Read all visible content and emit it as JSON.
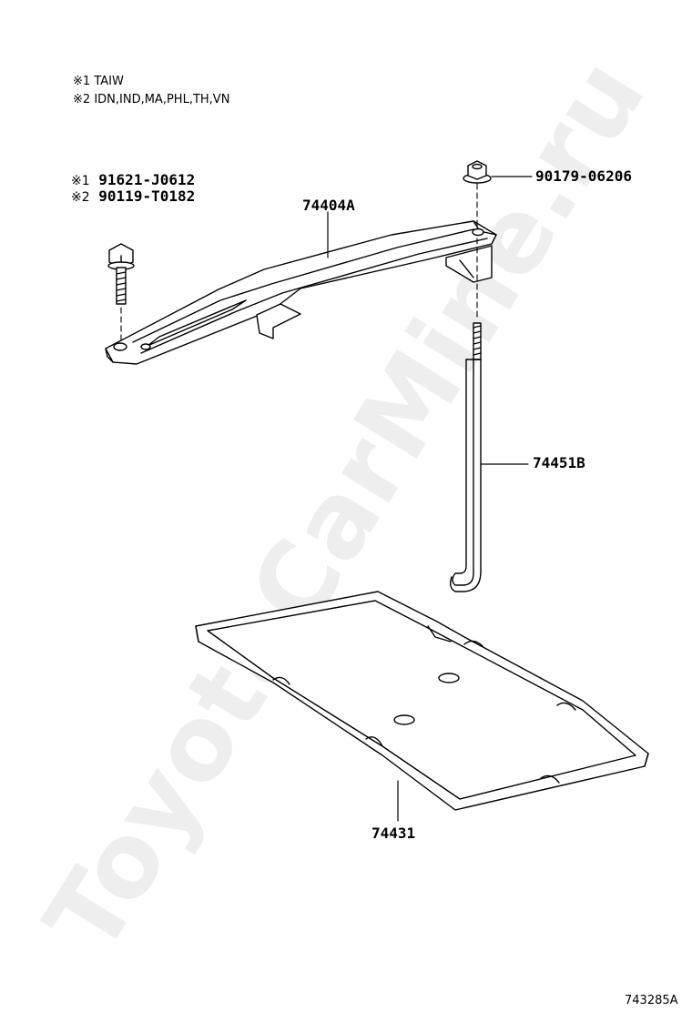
{
  "watermark": "ToyotaCarMine.ru",
  "notes": [
    {
      "mark": "※1",
      "text": "TAIW"
    },
    {
      "mark": "※2",
      "text": "IDN,IND,MA,PHL,TH,VN"
    }
  ],
  "parts": {
    "bolt": [
      {
        "mark": "※1",
        "number": "91621-J0612"
      },
      {
        "mark": "※2",
        "number": "90119-T0182"
      }
    ],
    "nut": "90179-06206",
    "clamp": "74404A",
    "rod": "74451B",
    "tray": "74431"
  },
  "illustration_number": "743285A"
}
